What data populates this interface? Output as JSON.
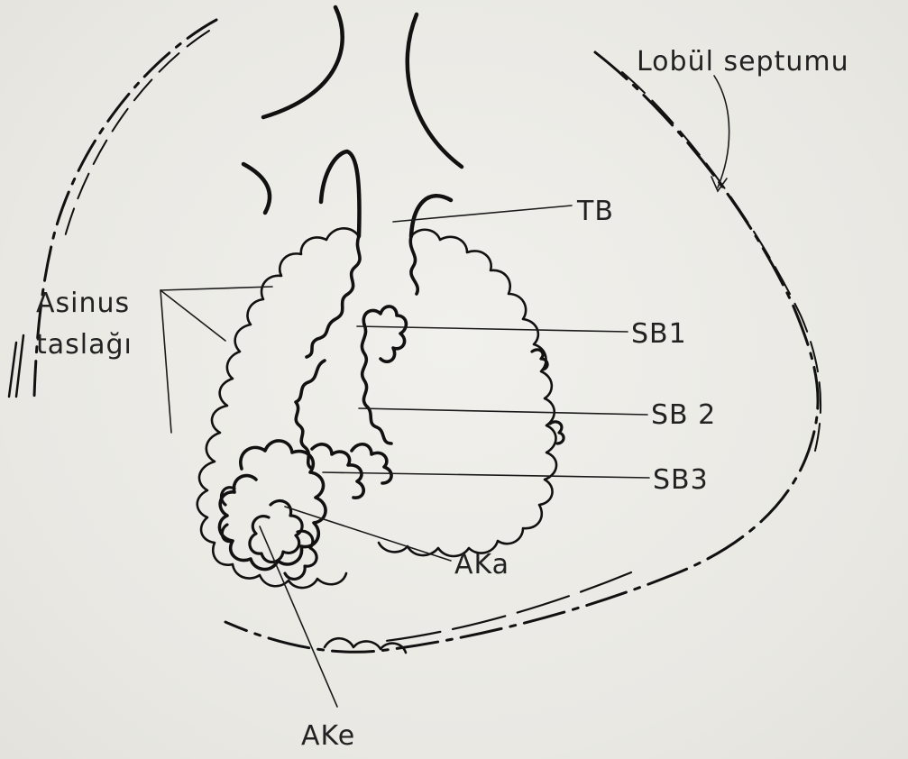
{
  "labels": {
    "lobule_septum": "Lobül septumu",
    "tb": "TB",
    "sb1": "SB1",
    "sb2": "SB 2",
    "sb3": "SB3",
    "aka": "AKa",
    "ake": "AKe",
    "acinus_line1": "Asinus",
    "acinus_line2": "taslağı"
  }
}
